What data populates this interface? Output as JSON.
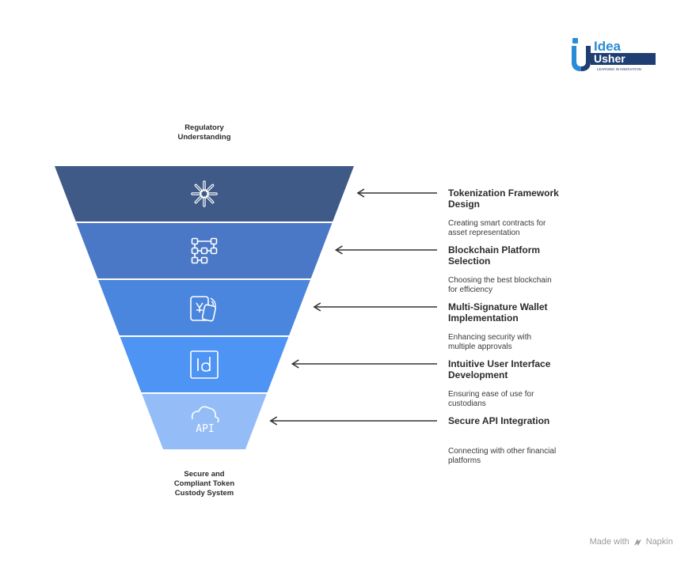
{
  "brand": {
    "word1": "Idea",
    "word2": "Usher",
    "tagline": "LEARNING IN INNOVATION",
    "colors": {
      "blue": "#2a8cd6",
      "navy": "#1f3f73"
    }
  },
  "funnel": {
    "top_label": [
      "Regulatory",
      "Understanding"
    ],
    "bottom_label": [
      "Secure and",
      "Compliant Token",
      "Custody System"
    ],
    "stages": [
      {
        "title": [
          "Tokenization Framework",
          "Design"
        ],
        "desc": [
          "Creating smart contracts for",
          "asset representation"
        ],
        "icon": "asterisk-icon",
        "color": "#3f5a86"
      },
      {
        "title": [
          "Blockchain Platform",
          "Selection"
        ],
        "desc": [
          "Choosing the best blockchain",
          "for efficiency"
        ],
        "icon": "blocks-network-icon",
        "color": "#4b78c6"
      },
      {
        "title": [
          "Multi-Signature Wallet",
          "Implementation"
        ],
        "desc": [
          "Enhancing security with",
          "multiple approvals"
        ],
        "icon": "wallet-signature-icon",
        "color": "#4a86de"
      },
      {
        "title": [
          "Intuitive User Interface",
          "Development"
        ],
        "desc": [
          "Ensuring ease of use for",
          "custodians"
        ],
        "icon": "id-card-icon",
        "color": "#4e94f4"
      },
      {
        "title": [
          "Secure API Integration"
        ],
        "desc": [
          "Connecting with other financial",
          "platforms"
        ],
        "icon": "cloud-api-icon",
        "color": "#94bdf8",
        "icon_text": "API"
      }
    ]
  },
  "footer": {
    "made_with": "Made with",
    "brand": "Napkin"
  }
}
